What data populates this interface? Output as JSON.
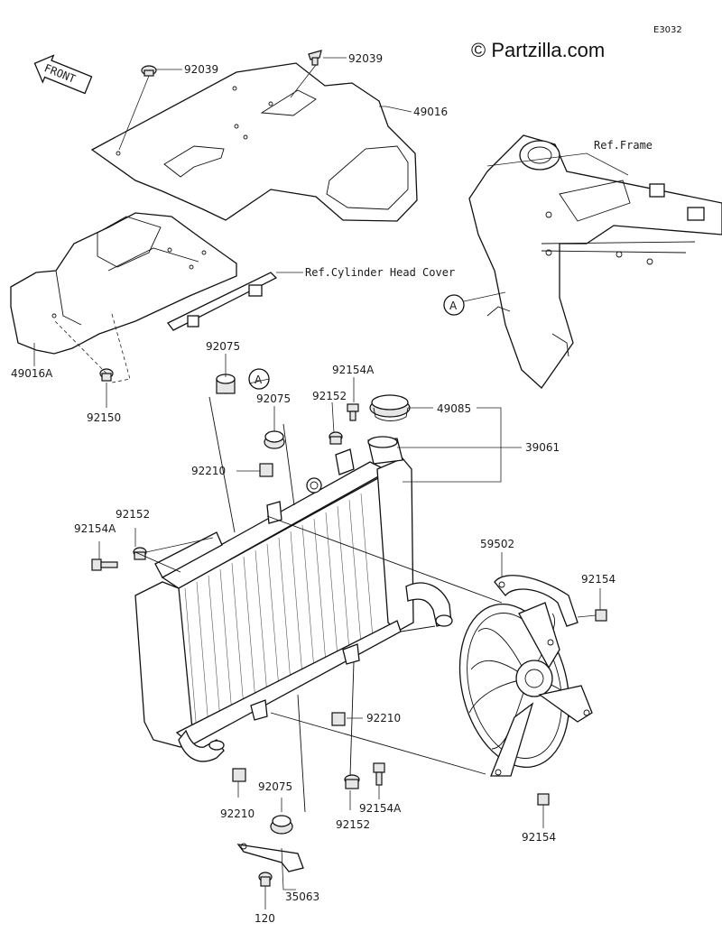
{
  "watermark": "© Partzilla.com",
  "diagram_code": "E3032",
  "front_label": "FRONT",
  "ref_frame": "Ref.Frame",
  "ref_cyl_head_cover": "Ref.Cylinder Head Cover",
  "callout_a": "A",
  "labels": {
    "p92039_left": "92039",
    "p92039_right": "92039",
    "p49016": "49016",
    "p49016a": "49016A",
    "p92150": "92150",
    "p92075_top": "92075",
    "p92075_mid": "92075",
    "p92075_bottom": "92075",
    "p92154a_top": "92154A",
    "p92152_top": "92152",
    "p49085": "49085",
    "p39061": "39061",
    "p92210_top": "92210",
    "p92152_left": "92152",
    "p92154a_left": "92154A",
    "p59502": "59502",
    "p92154_right": "92154",
    "p92210_mid": "92210",
    "p92210_bottom": "92210",
    "p92154a_bottom": "92154A",
    "p92152_bottom": "92152",
    "p92154_bottom": "92154",
    "p35063": "35063",
    "p120": "120"
  }
}
